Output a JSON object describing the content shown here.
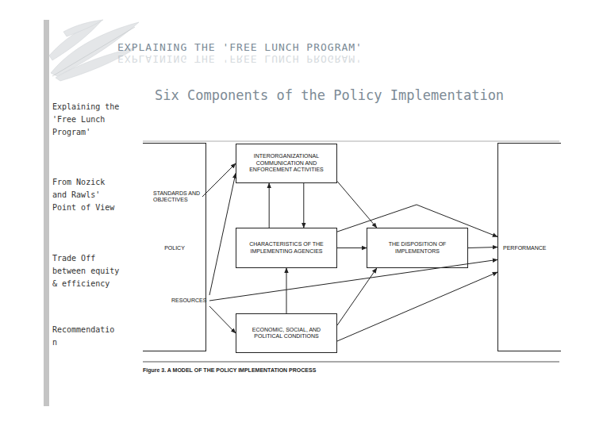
{
  "diagram": {
    "title": "EXPLAINING THE 'FREE LUNCH PROGRAM'",
    "caption": "Figure 3. A MODEL OF THE POLICY IMPLEMENTATION PROCESS",
    "nodes": [
      {
        "text": [
          "POLICY"
        ]
      },
      {
        "text": [
          "STANDARDS AND OBJECTIVES"
        ],
        "in": 0
      },
      {
        "text": [
          "RESOURCES"
        ],
        "in": 0
      },
      {
        "text": [
          "INTERORGANIZATIONAL COMMUNICATION AND ENFORCEMENT ACTIVITIES"
        ]
      },
      {
        "text": [
          "CHARACTERISTICS OF THE IMPLEMENTING AGENCIES"
        ]
      },
      {
        "text": [
          "THE DISPOSITION OF IMPLEMENTORS"
        ]
      },
      {
        "text": [
          "ECONOMIC, SOCIAL, AND POLITICAL CONDITIONS"
        ]
      },
      {
        "text": [
          "PERFORMANCE"
        ]
      }
    ],
    "edges": [
      {
        "from": 1,
        "to": 3,
        "arrow": "to"
      },
      {
        "from": 2,
        "to": 3,
        "arrow": "to"
      },
      {
        "from": 2,
        "to": 6,
        "arrow": "to"
      },
      {
        "from": 2,
        "to": 7,
        "arrow": "to"
      },
      {
        "from": 3,
        "to": 4,
        "arrow": "to"
      },
      {
        "from": 4,
        "to": 3,
        "arrow": "to"
      },
      {
        "from": 3,
        "to": 5,
        "arrow": "to"
      },
      {
        "from": 4,
        "to": 5,
        "arrow": "to"
      },
      {
        "from": 4,
        "to": 7,
        "arrow": "to"
      },
      {
        "from": 6,
        "to": 4,
        "arrow": "to"
      },
      {
        "from": 6,
        "to": 5,
        "arrow": "to"
      },
      {
        "from": 6,
        "to": 7,
        "arrow": "to"
      },
      {
        "from": 5,
        "to": 7,
        "arrow": "to"
      }
    ],
    "labels": [
      "EXPLAINING THE 'FREE LUNCH PROGRAM'",
      "Explaining the 'Free Lunch Program'",
      "Six Components of the Policy Implementation",
      "From Nozick and Rawls' Point of View",
      "Trade Off between equity & efficiency",
      "Recommendatio n"
    ]
  }
}
